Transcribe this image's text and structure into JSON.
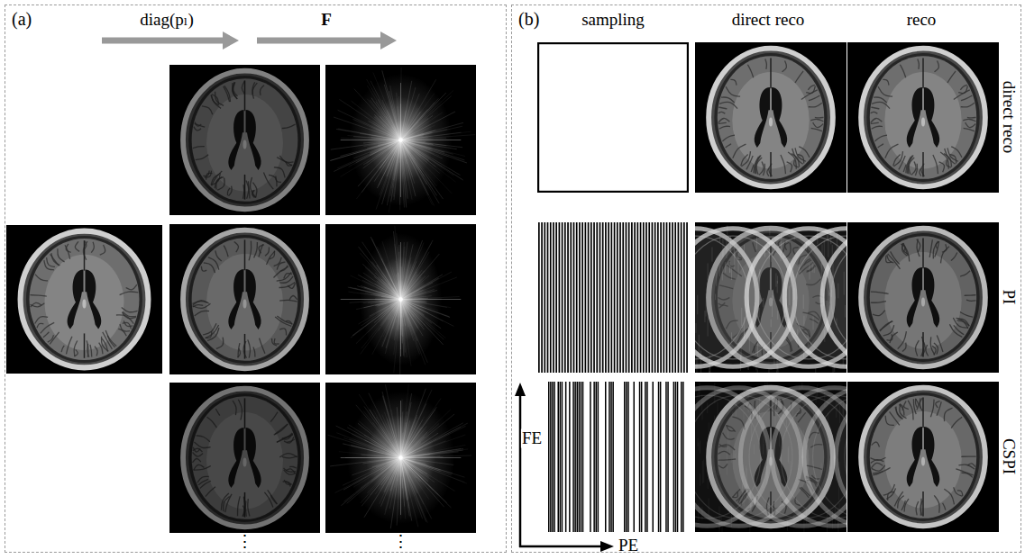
{
  "diagram": {
    "nodes": [
      {
        "text": [
          "(a)"
        ]
      },
      {
        "text": [
          "(b)"
        ]
      }
    ],
    "labels": [
      "diag(pₗ)",
      "F",
      "⋮",
      "⋮",
      "sampling",
      "direct reco",
      "reco",
      "direct reco",
      "PI",
      "CSPI",
      "FE",
      "PE"
    ]
  }
}
